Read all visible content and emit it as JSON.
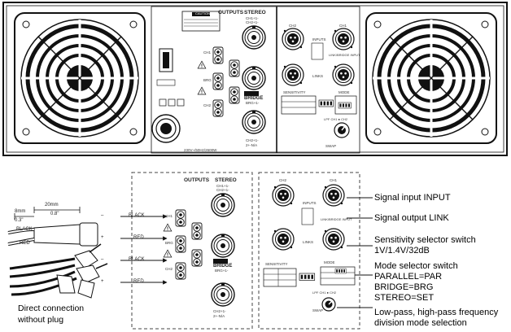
{
  "panel": {
    "outputs": "OUTPUTS",
    "stereo": "STEREO",
    "stereo_sub1": "CH1+1-",
    "stereo_sub2": "CH2+1-",
    "bridge": "BRIDGE",
    "bridge_sub": "BRG+1-",
    "ch2_sub": "CH2+1-",
    "ch2_na": "2+-N/A",
    "ch1": "CH1",
    "brg": "BRG",
    "ch2": "CH2",
    "ch1_input": "CH1",
    "ch2_input": "CH2",
    "inputs": "INPUTS",
    "links": "LINKS",
    "link_note": "LINK/BRIDGE INPUT",
    "sensitivity": "SENSITIVITY",
    "mode": "MODE",
    "power_spec": "230V~/50Hz/2600W",
    "caution": "CAUTION",
    "lpf": "LPF CH1 ● CH2",
    "swap": "SWAP"
  },
  "wiring": {
    "dim_outer": "20mm",
    "dim_outer_in": "0.8\"",
    "dim_inner": "8mm",
    "dim_inner_in": "0.3\"",
    "black_label": "BLACK",
    "red_label": "RED",
    "minus": "–",
    "plus": "+",
    "wire_black_1": "BLACK",
    "wire_red_1": "RED",
    "wire_black_2": "BLACK",
    "wire_red_2": "RED"
  },
  "detail": {
    "outputs": "OUTPUTS",
    "stereo": "STEREO",
    "stereo_sub": "CH1+1-",
    "stereo_sub2": "CH2+1-",
    "bridge": "BRIDGE",
    "bridge_sub": "BRG+1-",
    "ch2_sub": "CH2+1-",
    "ch2_na": "2+-N/A",
    "ch1": "CH1",
    "brg": "BRG",
    "ch2": "CH2",
    "ch1_input": "CH1",
    "ch2_input": "CH2",
    "inputs": "INPUTS",
    "links": "LINKS",
    "link_note": "LINK/BRIDGE INPUT",
    "sensitivity": "SENSITIVITY",
    "mode": "MODE",
    "swap": "SWAP",
    "lpf": "LPF CH1 ● CH2"
  },
  "callouts": {
    "signal_input": "Signal input INPUT",
    "signal_output": "Signal output LINK",
    "sensitivity_title": "Sensitivity selector switch",
    "sensitivity_values": "1V/1.4V/32dB",
    "mode_title": "Mode selector switch",
    "mode_parallel": "PARALLEL=PAR",
    "mode_bridge": "BRIDGE=BRG",
    "mode_stereo": "STEREO=SET",
    "lowpass_line1": "Low-pass, high-pass frequency",
    "lowpass_line2": "division mode selection",
    "direct_line1": "Direct connection",
    "direct_line2": "without plug"
  }
}
